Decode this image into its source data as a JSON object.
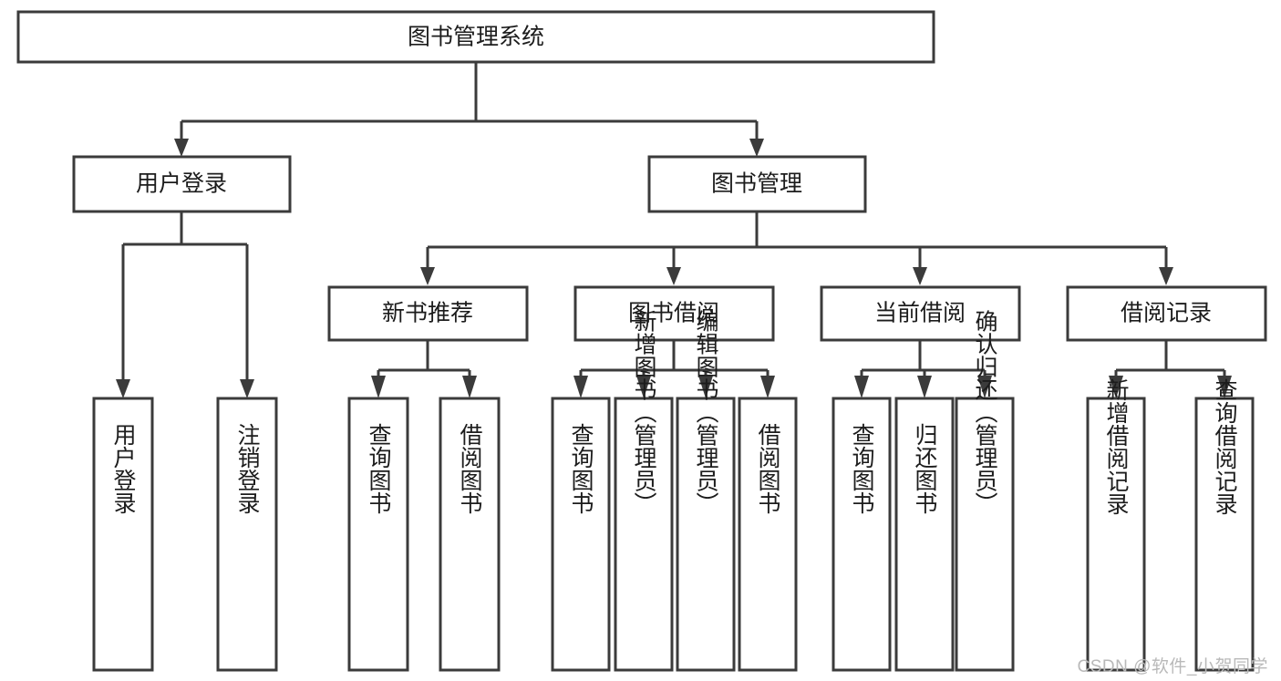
{
  "diagram": {
    "type": "tree-hierarchy-chart",
    "title": "图书管理系统",
    "watermark": "CSDN @软件_小贺同学",
    "colors": {
      "stroke": "#3b3b3b",
      "fill": "#ffffff",
      "text": "#1c1c1c",
      "watermark": "#b9b9b9",
      "background": "#ffffff"
    },
    "nodes": {
      "root": {
        "label": "图书管理系统",
        "level": 1,
        "orientation": "horizontal"
      },
      "level2": [
        {
          "id": "user-login",
          "label": "用户登录"
        },
        {
          "id": "book-manage",
          "label": "图书管理"
        }
      ],
      "level3": [
        {
          "id": "new-book-recommend",
          "label": "新书推荐"
        },
        {
          "id": "book-borrow",
          "label": "图书借阅"
        },
        {
          "id": "current-borrow",
          "label": "当前借阅"
        },
        {
          "id": "borrow-record",
          "label": "借阅记录"
        }
      ],
      "leaves": {
        "user-login": [
          {
            "id": "leaf-user-login",
            "label": "用户登录"
          },
          {
            "id": "leaf-logout",
            "label": "注销登录"
          }
        ],
        "new-book-recommend": [
          {
            "id": "leaf-query-book-1",
            "label": "查询图书"
          },
          {
            "id": "leaf-borrow-book-1",
            "label": "借阅图书"
          }
        ],
        "book-borrow": [
          {
            "id": "leaf-query-book-2",
            "label": "查询图书"
          },
          {
            "id": "leaf-add-book",
            "label": "新增图书（管理员）"
          },
          {
            "id": "leaf-edit-book",
            "label": "编辑图书（管理员）"
          },
          {
            "id": "leaf-borrow-book-2",
            "label": "借阅图书"
          }
        ],
        "current-borrow": [
          {
            "id": "leaf-query-book-3",
            "label": "查询图书"
          },
          {
            "id": "leaf-return-book",
            "label": "归还图书"
          },
          {
            "id": "leaf-confirm-return",
            "label": "确认归还（管理员）"
          }
        ],
        "borrow-record": [
          {
            "id": "leaf-add-record",
            "label": "新增借阅记录"
          },
          {
            "id": "leaf-query-record",
            "label": "查询借阅记录"
          }
        ]
      }
    }
  }
}
